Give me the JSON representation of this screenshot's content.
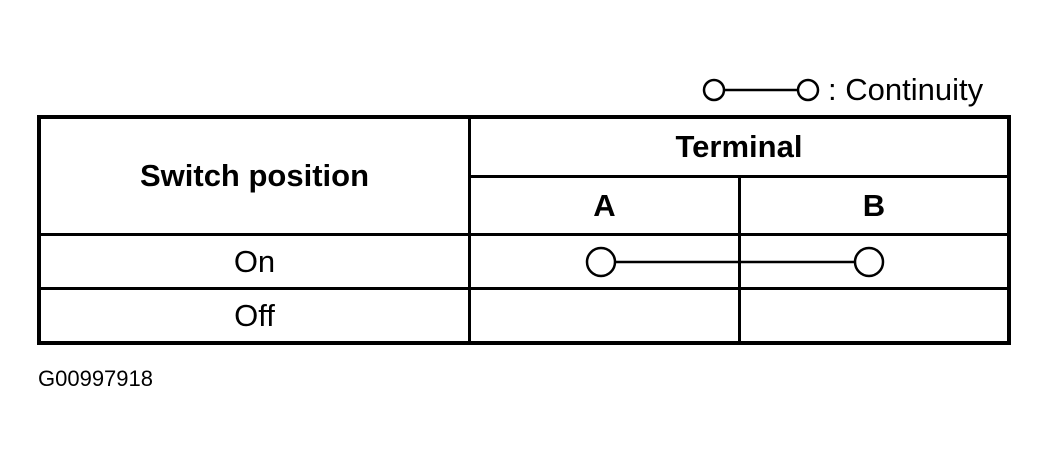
{
  "legend": {
    "symbol_icon": "continuity-symbol-icon",
    "label": ": Continuity"
  },
  "table": {
    "header": {
      "switch_position": "Switch position",
      "terminal": "Terminal",
      "terminal_a": "A",
      "terminal_b": "B"
    },
    "rows": [
      {
        "position": "On",
        "continuity": "A-B",
        "continuity_icon": "continuity-symbol-icon"
      },
      {
        "position": "Off",
        "continuity": ""
      }
    ]
  },
  "figure_id": "G00997918"
}
